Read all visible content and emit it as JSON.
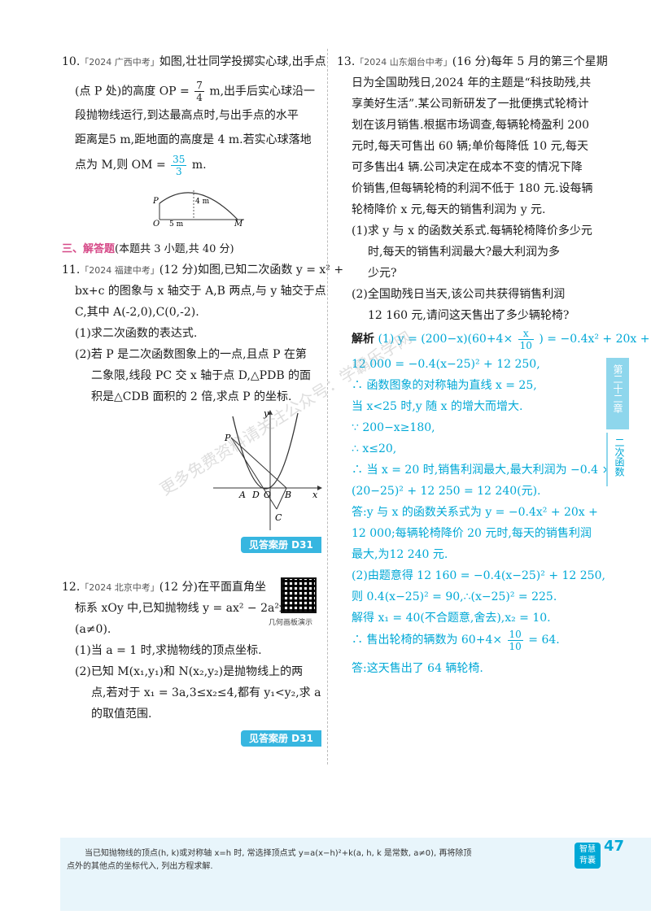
{
  "q10": {
    "tag": "「2024 广西中考」",
    "num": "10.",
    "l1": "如图,壮壮同学投掷实心球,出手点",
    "l2a": "(点 P 处)的高度 OP =",
    "l2_num": "7",
    "l2_den": "4",
    "l2b": "m,出手后实心球沿一",
    "l3": "段抛物线运行,到达最高点时,与出手点的水平",
    "l4": "距离是5 m,距地面的高度是 4 m.若实心球落地",
    "l5a": "点为 M,则 OM =",
    "ans_num": "35",
    "ans_den": "3",
    "l5b": "m.",
    "fig": {
      "p": "P",
      "h": "4 m",
      "o": "O",
      "w": "5 m",
      "m": "M"
    }
  },
  "section3": {
    "title": "三、解答题",
    "desc": "(本题共 3 小题,共 40 分)"
  },
  "q11": {
    "num": "11.",
    "tag": "「2024 福建中考」",
    "l1": "(12 分)如图,已知二次函数 y = x² +",
    "l2": "bx+c 的图象与 x 轴交于 A,B 两点,与 y 轴交于点",
    "l3": "C,其中 A(-2,0),C(0,-2).",
    "l4": "(1)求二次函数的表达式.",
    "l5": "(2)若 P 是二次函数图象上的一点,且点 P 在第",
    "l6": "二象限,线段 PC 交 x 轴于点 D,△PDB 的面",
    "l7": "积是△CDB 面积的 2 倍,求点 P 的坐标.",
    "fig": {
      "y": "y",
      "x": "x",
      "p": "P",
      "a": "A",
      "d": "D",
      "o": "O",
      "b": "B",
      "c": "C"
    },
    "btn": "见答案册 D31"
  },
  "q12": {
    "num": "12.",
    "tag": "「2024 北京中考」",
    "l1": "(12 分)在平面直角坐",
    "l2": "标系 xOy 中,已知抛物线 y = ax² − 2a²x",
    "l3": "(a≠0).",
    "qr_caption": "几何画板演示",
    "l4": "(1)当 a = 1 时,求抛物线的顶点坐标.",
    "l5": "(2)已知 M(x₁,y₁)和 N(x₂,y₂)是抛物线上的两",
    "l6": "点,若对于 x₁ = 3a,3≤x₂≤4,都有 y₁<y₂,求 a",
    "l7": "的取值范围.",
    "btn": "见答案册 D31"
  },
  "q13": {
    "num": "13.",
    "tag": "「2024 山东烟台中考」",
    "l1": "(16 分)每年 5 月的第三个星期",
    "l2": "日为全国助残日,2024 年的主题是“科技助残,共",
    "l3": "享美好生活”.某公司新研发了一批便携式轮椅计",
    "l4": "划在该月销售.根据市场调查,每辆轮椅盈利 200",
    "l5": "元时,每天可售出 60 辆;单价每降低 10 元,每天",
    "l6": "可多售出4 辆.公司决定在成本不变的情况下降",
    "l7": "价销售,但每辆轮椅的利润不低于 180 元.设每辆",
    "l8": "轮椅降价 x 元,每天的销售利润为 y 元.",
    "p1a": "(1)求 y 与 x 的函数关系式.每辆轮椅降价多少元",
    "p1b": "时,每天的销售利润最大?最大利润为多",
    "p1c": "少元?",
    "p2a": "(2)全国助残日当天,该公司共获得销售利润",
    "p2b": "12 160 元,请问这天售出了多少辆轮椅?"
  },
  "sol": {
    "label": "解析",
    "s1a": "(1) y = (200−x)(60+4×",
    "s1_num": "x",
    "s1_den": "10",
    "s1b": ") = −0.4x² + 20x +",
    "s2": "12 000 = −0.4(x−25)² + 12 250,",
    "s3": "∴ 函数图象的对称轴为直线 x = 25,",
    "s4": "当 x<25 时,y 随 x 的增大而增大.",
    "s5": "∵ 200−x≥180,",
    "s6": "∴ x≤20,",
    "s7": "∴ 当 x = 20 时,销售利润最大,最大利润为 −0.4 ×",
    "s8": "(20−25)² + 12 250 = 12 240(元).",
    "s9": "答:y 与 x 的函数关系式为 y = −0.4x² + 20x +",
    "s10": "12 000;每辆轮椅降价 20 元时,每天的销售利润",
    "s11": "最大,为12 240 元.",
    "s12": "(2)由题意得 12 160 = −0.4(x−25)² + 12 250,",
    "s13": "则 0.4(x−25)² = 90,∴(x−25)² = 225.",
    "s14": "解得 x₁ = 40(不合题意,舍去),x₂ = 10.",
    "s15a": "∴ 售出轮椅的辆数为 60+4×",
    "s15_num": "10",
    "s15_den": "10",
    "s15b": "= 64.",
    "s16": "答:这天售出了 64 辆轮椅."
  },
  "side": {
    "chapter": "第二十二章",
    "topic": "二次函数"
  },
  "watermark": "更多免费资料请关注公众号：学霸乐学网",
  "footer": {
    "line1": "当已知抛物线的顶点(h, k)或对称轴 x=h 时, 常选择顶点式 y=a(x−h)²+k(a, h, k 是常数, a≠0), 再将除顶",
    "line2": "点外的其他点的坐标代入, 列出方程求解.",
    "page": "47",
    "badge1": "智慧",
    "badge2": "背囊"
  }
}
